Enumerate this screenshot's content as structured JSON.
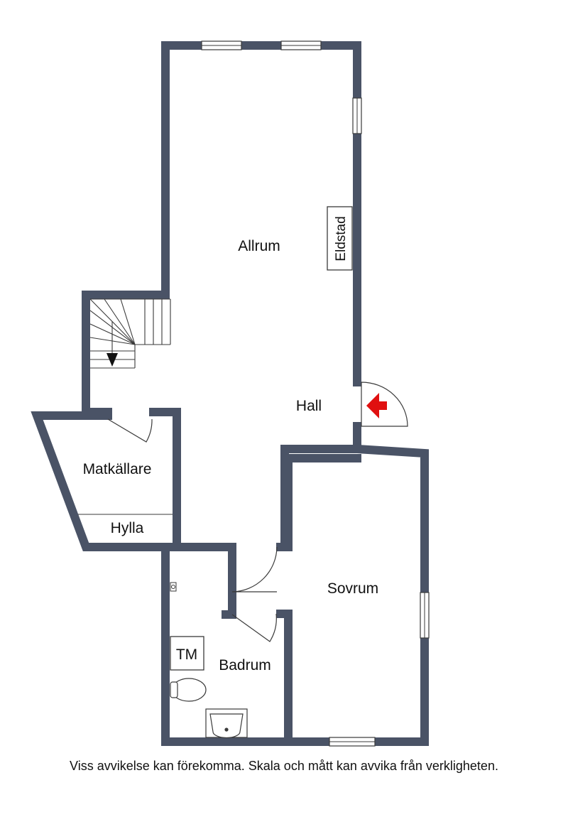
{
  "floorplan": {
    "rooms": {
      "allrum": "Allrum",
      "hall": "Hall",
      "matkallare": "Matkällare",
      "hylla": "Hylla",
      "sovrum": "Sovrum",
      "badrum": "Badrum"
    },
    "fixtures": {
      "eldstad": "Eldstad",
      "tm": "TM"
    },
    "entrance_arrow": "entrance-arrow-icon"
  },
  "disclaimer": "Viss avvikelse kan förekomma. Skala och mått kan avvika från verkligheten.",
  "colors": {
    "wall": "#4a5366",
    "entrance": "#e01010",
    "line": "#3a3a3a"
  }
}
